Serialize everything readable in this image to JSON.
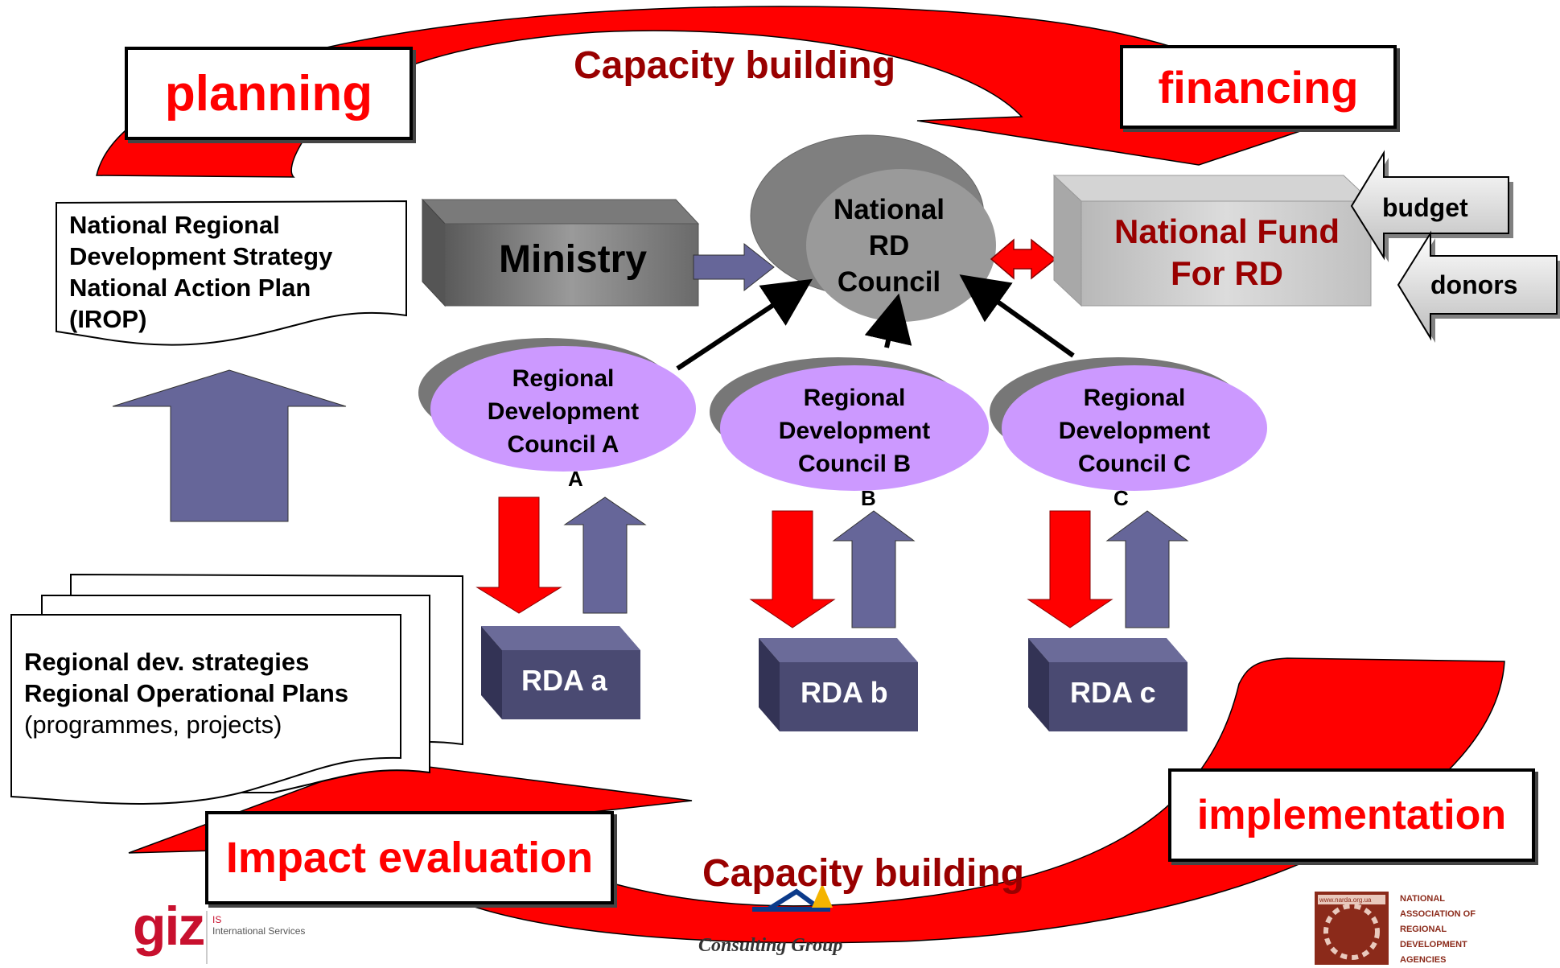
{
  "cycle": {
    "capacity_top": "Capacity building",
    "capacity_bottom": "Capacity building",
    "planning": "planning",
    "financing": "financing",
    "implementation": "implementation",
    "impact_evaluation": "Impact evaluation"
  },
  "national_doc": {
    "line1": "National Regional",
    "line2": "Development Strategy",
    "line3": "National Action Plan",
    "line4": "(IROP)"
  },
  "regional_doc": {
    "line1": "Regional dev. strategies",
    "line2": "Regional Operational Plans",
    "line3": "(programmes, projects)"
  },
  "ministry": "Ministry",
  "national_council": {
    "line1": "National",
    "line2": "RD",
    "line3": "Council"
  },
  "fund": {
    "line1": "National Fund",
    "line2": "For RD"
  },
  "budget": "budget",
  "donors": "donors",
  "rdc": [
    {
      "line1": "Regional",
      "line2": "Development",
      "line3": "Council A",
      "suffix": "A"
    },
    {
      "line1": "Regional",
      "line2": "Development",
      "line3": "Council B",
      "suffix": "B"
    },
    {
      "line1": "Regional",
      "line2": "Development",
      "line3": "Council C",
      "suffix": "C"
    }
  ],
  "rda": [
    "RDA a",
    "RDA b",
    "RDA c"
  ],
  "logos": {
    "giz_mark": "giz",
    "giz_line1": "IS",
    "giz_line2": "International Services",
    "consulting": "Consulting Group",
    "nara_url": "www.narda.org.ua",
    "nara_line1": "NATIONAL",
    "nara_line2": "ASSOCIATION OF",
    "nara_line3": "REGIONAL",
    "nara_line4": "DEVELOPMENT",
    "nara_line5": "AGENCIES"
  },
  "colors": {
    "red": "#ff0000",
    "dark_red": "#c00000",
    "purple_arrow": "#666699",
    "council_lilac": "#cc99ff",
    "rda_box": "#4a4a72"
  }
}
